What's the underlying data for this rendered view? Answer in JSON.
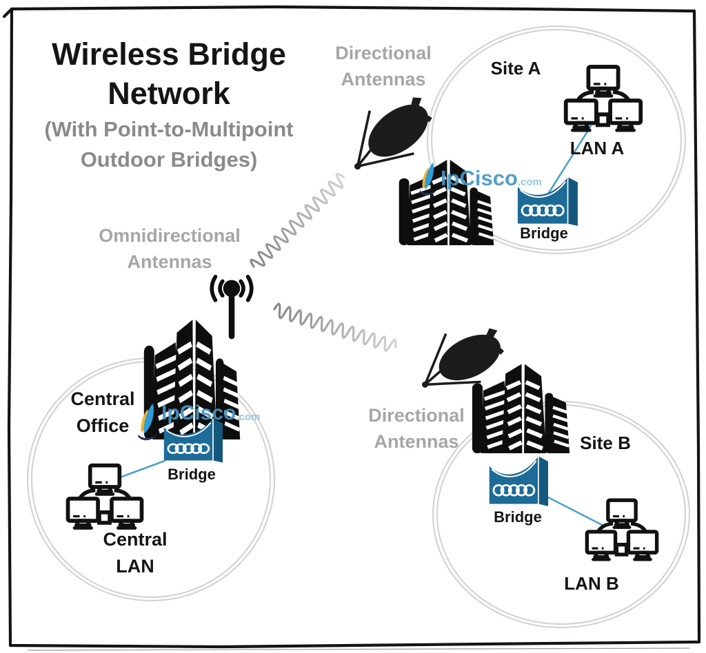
{
  "diagram": {
    "title": "Wireless Bridge Network",
    "subtitle": "(With Point-to-Multipoint Outdoor Bridges)"
  },
  "annotations": {
    "directional_top": "Directional Antennas",
    "omnidirectional": "Omnidirectional Antennas",
    "directional_bottom": "Directional Antennas"
  },
  "sites": {
    "site_a": {
      "title": "Site A",
      "lan_label": "LAN A",
      "bridge_label": "Bridge"
    },
    "central": {
      "office_label": "Central Office",
      "lan_label": "Central LAN",
      "bridge_label": "Bridge"
    },
    "site_b": {
      "title": "Site B",
      "lan_label": "LAN B",
      "bridge_label": "Bridge"
    }
  },
  "watermark": {
    "brand": "IpCisco",
    "suffix": ".com"
  },
  "icons": {
    "building": "city-buildings-icon",
    "satellite_dish": "directional-antenna-dish-icon",
    "omni_antenna": "omnidirectional-antenna-icon",
    "computers": "lan-computers-icon",
    "bridge_device": "wireless-bridge-device-icon",
    "flame": "ipcisco-flame-logo-icon"
  },
  "colors": {
    "bridge_blue": "#1d6b97",
    "bridge_blue_dark": "#14587e",
    "link_blue": "#4da3c9",
    "label_gray": "#a6a6a6",
    "subtitle_gray": "#8a8a8a",
    "ring_gray": "#d7d3d1",
    "brand_blue": "#4796c4",
    "brand_blue_light": "#8fc3de",
    "ink_black": "#141414",
    "flame_yellow": "#f0b42d",
    "flame_blue": "#2f9cd6",
    "flame_navy": "#283259"
  }
}
